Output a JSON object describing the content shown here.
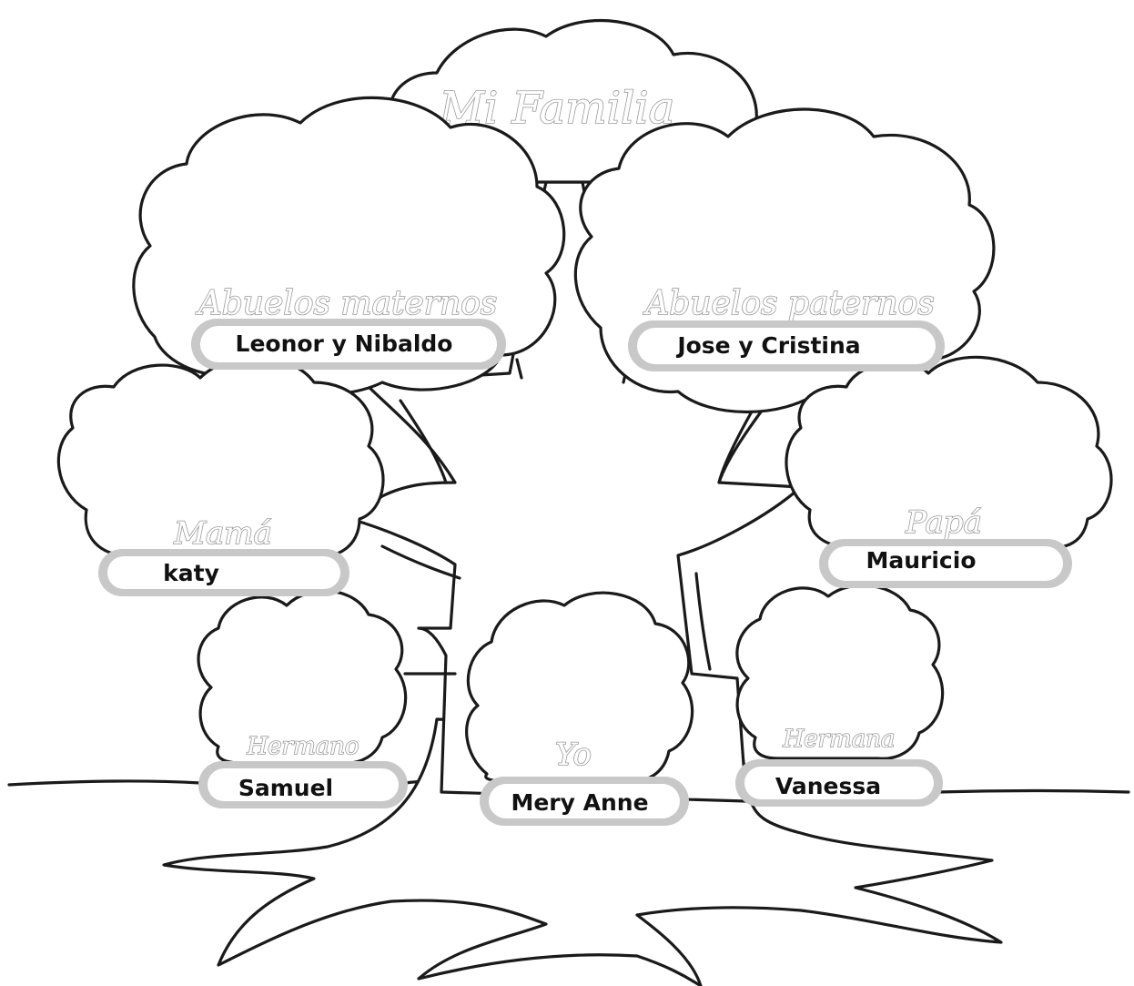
{
  "title": "Mi Familia",
  "members": {
    "maternal_grandparents": {
      "role": "Abuelos maternos",
      "name": "Leonor y Nibaldo"
    },
    "paternal_grandparents": {
      "role": "Abuelos paternos",
      "name": "Jose y Cristina"
    },
    "mother": {
      "role": "Mamá",
      "name": "katy"
    },
    "father": {
      "role": "Papá",
      "name": "Mauricio"
    },
    "brother": {
      "role": "Hermano",
      "name": "Samuel"
    },
    "self": {
      "role": "Yo",
      "name": "Mery Anne"
    },
    "sister": {
      "role": "Hermana",
      "name": "Vanessa"
    }
  },
  "colors": {
    "outline": "#1a1a1a",
    "label_gray": "#9a9a9a",
    "pill_gray": "#c8c8c8"
  }
}
